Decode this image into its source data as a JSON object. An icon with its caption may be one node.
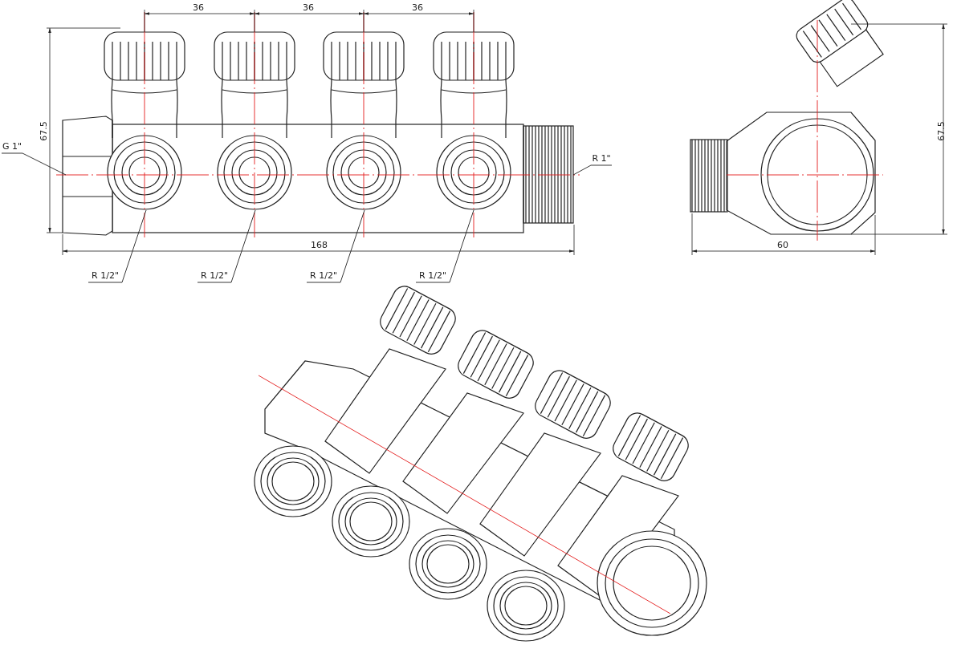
{
  "diagram": {
    "nodes": [
      {
        "text": [
          "G 1\""
        ]
      },
      {
        "text": [
          "R 1\""
        ]
      },
      {
        "text": [
          "R 1/2\""
        ]
      },
      {
        "text": [
          "R 1/2\""
        ]
      },
      {
        "text": [
          "R 1/2\""
        ]
      },
      {
        "text": [
          "R 1/2\""
        ]
      }
    ],
    "edges": [
      {
        "from": 0,
        "to": null,
        "arrow": "none"
      },
      {
        "from": 1,
        "to": null,
        "arrow": "none"
      },
      {
        "from": 2,
        "to": null,
        "arrow": "none"
      },
      {
        "from": 3,
        "to": null,
        "arrow": "none"
      },
      {
        "from": 4,
        "to": null,
        "arrow": "none"
      },
      {
        "from": 5,
        "to": null,
        "arrow": "none"
      }
    ],
    "labels": [
      "36",
      "36",
      "36",
      "67.5",
      "67.5",
      "168",
      "60"
    ]
  }
}
